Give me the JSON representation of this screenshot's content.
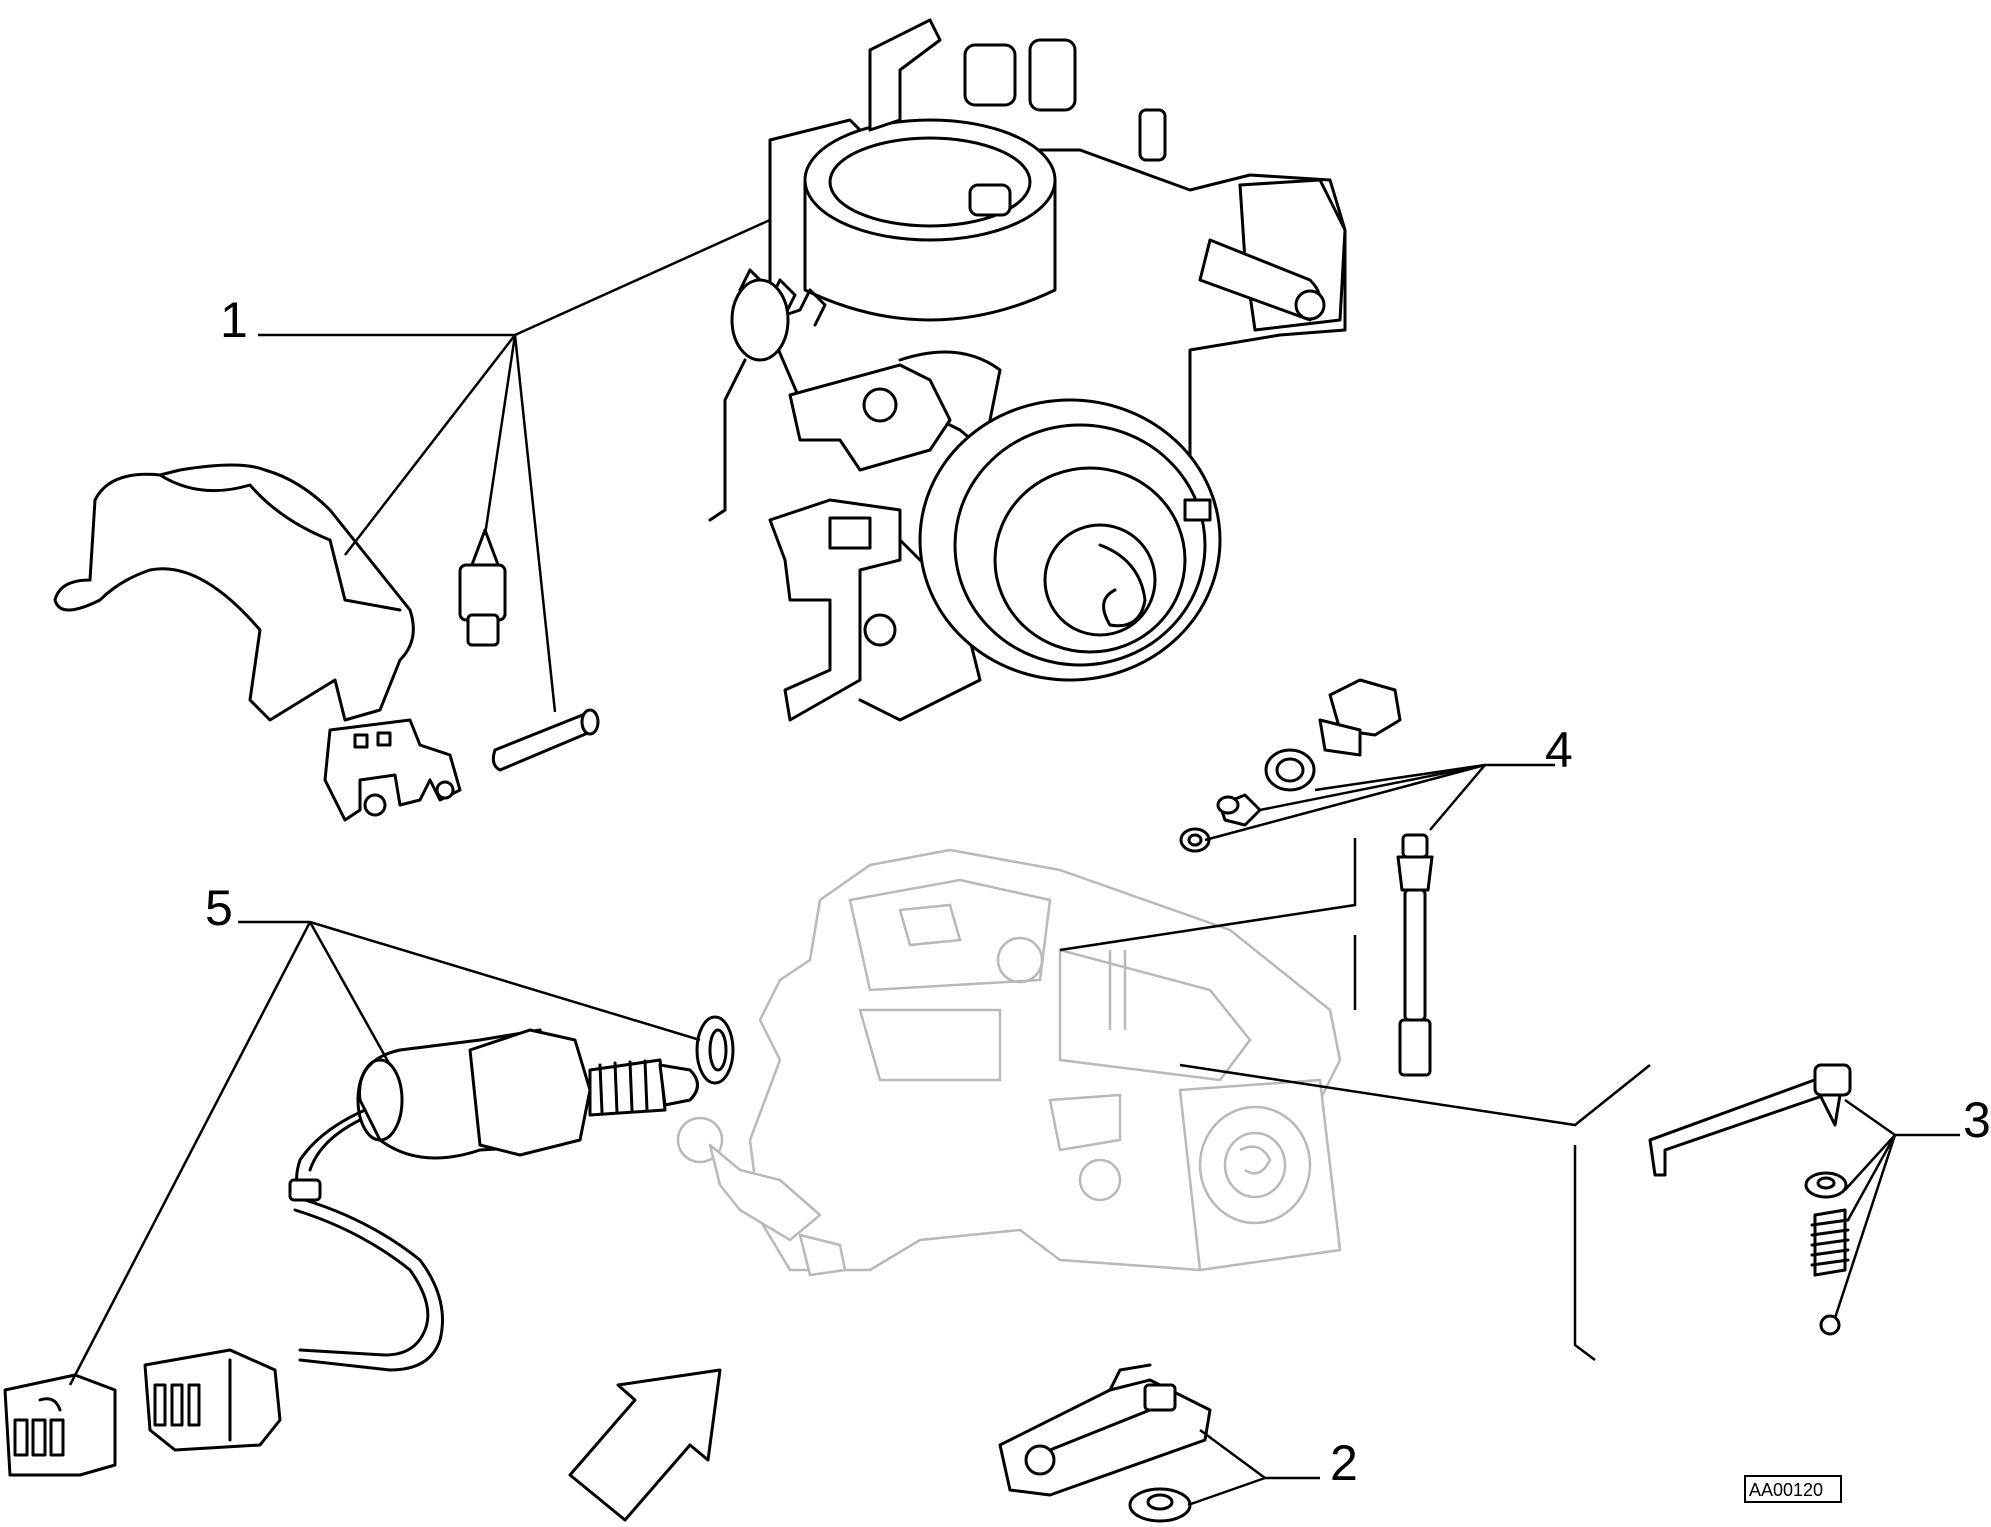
{
  "callouts": [
    {
      "id": "1",
      "label": "1"
    },
    {
      "id": "2",
      "label": "2"
    },
    {
      "id": "3",
      "label": "3"
    },
    {
      "id": "4",
      "label": "4"
    },
    {
      "id": "5",
      "label": "5"
    }
  ],
  "drawing_code": "AA00120"
}
